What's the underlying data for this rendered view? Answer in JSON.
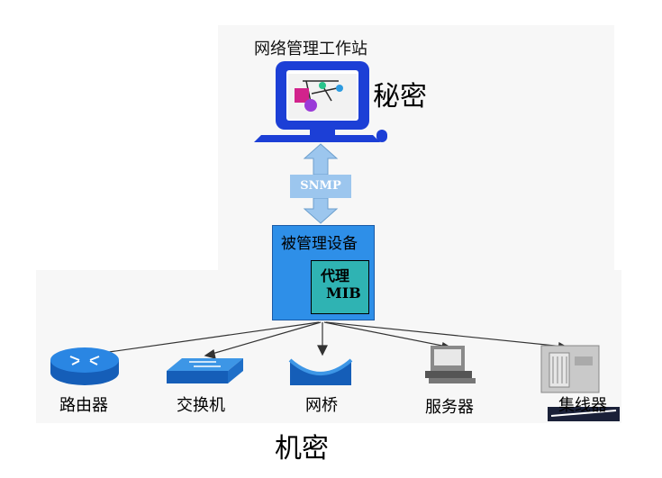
{
  "diagram": {
    "workstation_title": "网络管理工作站",
    "secret_top": "秘密",
    "secret_bottom": "机密",
    "protocol_label": "SNMP",
    "managed_device": {
      "title": "被管理设备",
      "agent_line1": "代理",
      "agent_line2": "MIB"
    },
    "devices": [
      {
        "label": "路由器",
        "icon": "router-icon"
      },
      {
        "label": "交换机",
        "icon": "switch-icon"
      },
      {
        "label": "网桥",
        "icon": "bridge-icon"
      },
      {
        "label": "服务器",
        "icon": "server-icon"
      },
      {
        "label": "集线器",
        "icon": "hub-icon"
      }
    ],
    "colors": {
      "device_box": "#2e8fe8",
      "agent_box": "#2fb3b3",
      "monitor": "#1c3fd6",
      "arrow": "#9cc6ee",
      "icon_blue": "#1f6fc8"
    }
  }
}
